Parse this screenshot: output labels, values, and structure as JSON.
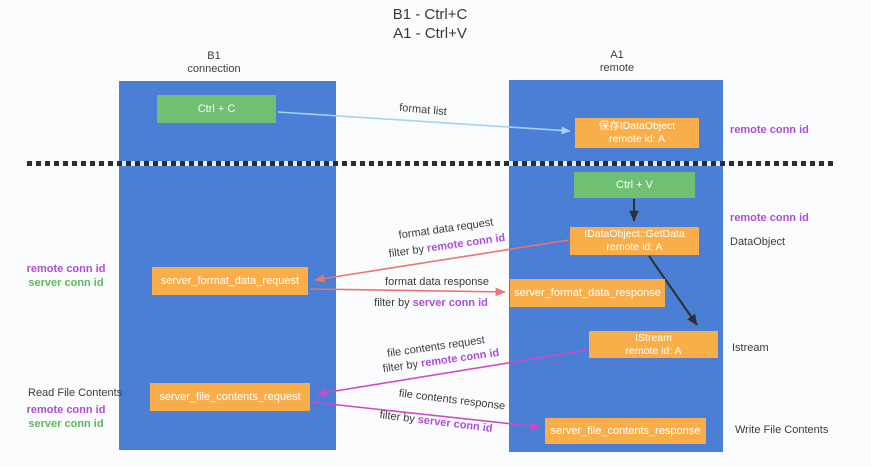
{
  "title": {
    "line1": "B1 - Ctrl+C",
    "line2": "A1 - Ctrl+V"
  },
  "lanes": {
    "left": {
      "name": "B1",
      "subtitle": "connection"
    },
    "right": {
      "name": "A1",
      "subtitle": "remote"
    }
  },
  "boxes": {
    "ctrl_c": {
      "label": "Ctrl + C"
    },
    "ctrl_v": {
      "label": "Ctrl + V"
    },
    "save_dataobject": {
      "line1": "保存IDataObject",
      "line2": "remote id: A"
    },
    "getdata": {
      "line1": "IDataObject::GetData",
      "line2": "remote id: A"
    },
    "istream": {
      "line1": "IStream",
      "line2": "remote id: A"
    },
    "server_format_data_request": {
      "label": "server_format_data_request"
    },
    "server_format_data_response": {
      "label": "server_format_data_response"
    },
    "server_file_contents_request": {
      "label": "server_file_contents_request"
    },
    "server_file_contents_response": {
      "label": "server_file_contents_response"
    }
  },
  "arrow_labels": {
    "format_list": "format list",
    "format_data_request": "format data request",
    "format_data_response": "format data response",
    "file_contents_request": "file contents request",
    "file_contents_response": "file contents response",
    "filter_by": "filter by ",
    "remote_conn_id": "remote conn id",
    "server_conn_id": "server conn id"
  },
  "side_labels": {
    "remote_conn_id": "remote conn id",
    "server_conn_id": "server conn id",
    "dataobject": "DataObject",
    "istream": "Istream",
    "read_file_contents": "Read File Contents",
    "write_file_contents": "Write File Contents"
  },
  "colors": {
    "lane_blue": "#4a7fd5",
    "box_orange": "#f9ae49",
    "box_green": "#6fc072",
    "arrow_salmon": "#ee7272",
    "arrow_magenta": "#cf4ac9",
    "arrow_blue": "#a9d2f1",
    "arrow_black": "#2f2f2f",
    "label_purple": "#ab4fd3",
    "label_green": "#5cb85c",
    "background": "#fafbfc"
  }
}
